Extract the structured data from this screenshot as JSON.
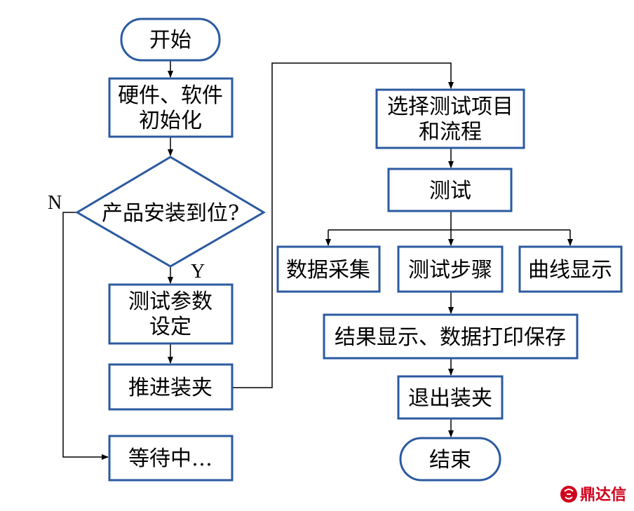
{
  "nodes": {
    "start": {
      "label": "开始"
    },
    "init": {
      "line1": "硬件、软件",
      "line2": "初始化"
    },
    "check": {
      "label": "产品安装到位?"
    },
    "params": {
      "line1": "测试参数",
      "line2": "设定"
    },
    "push": {
      "label": "推进装夹"
    },
    "wait": {
      "label": "等待中…"
    },
    "select": {
      "line1": "选择测试项目",
      "line2": "和流程"
    },
    "test": {
      "label": "测试"
    },
    "collect": {
      "label": "数据采集"
    },
    "steps": {
      "label": "测试步骤"
    },
    "curve": {
      "label": "曲线显示"
    },
    "result": {
      "label": "结果显示、数据打印保存"
    },
    "exit": {
      "label": "退出装夹"
    },
    "end": {
      "label": "结束"
    }
  },
  "branches": {
    "no": "N",
    "yes": "Y"
  },
  "watermark": {
    "text": "鼎达信"
  },
  "colors": {
    "shape_stroke": "#2b5aa0",
    "line": "#000000",
    "watermark": "#d0021b"
  }
}
